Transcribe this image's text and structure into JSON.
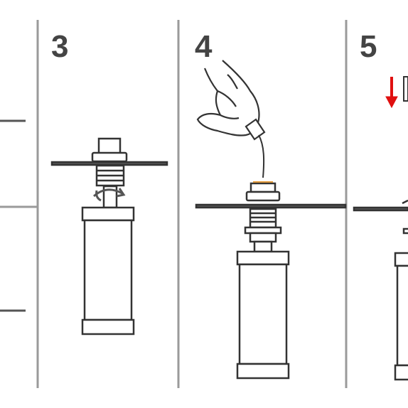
{
  "steps": [
    {
      "number": "3"
    },
    {
      "number": "4"
    },
    {
      "number": "5"
    }
  ],
  "colors": {
    "line": "#333333",
    "divider": "#9a9a9a",
    "counter": "#555555",
    "arrow": "#e01010",
    "accent": "#e39a3a"
  }
}
